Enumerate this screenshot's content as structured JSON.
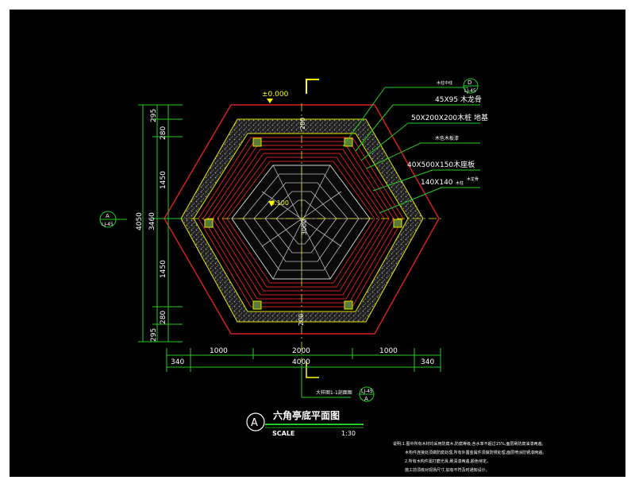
{
  "drawing": {
    "title": "六角亭底平面图",
    "scale_label": "SCALE",
    "scale_value": "1:30",
    "section_marker": "A",
    "left_marker_top": "A",
    "left_marker_bottom": "LJ-45",
    "bottom_callout_top": "LJ-45",
    "bottom_callout_bottom": "A",
    "bottom_callout_text": "大样图1-1剖面图",
    "elevation_outer": "±0.000",
    "elevation_inner": "0.100",
    "callout_ref_top": "D",
    "callout_ref_bottom": "LJ-45"
  },
  "annotations": {
    "a1": "45X95 木龙骨",
    "a2": "50X200X200木桩 地基",
    "a3": "木色木板漆",
    "a4": "40X500X150木座板",
    "a5": "140X140",
    "top_label": "木柱中线",
    "note_45": "木龙骨",
    "note_140": "木柱"
  },
  "dimensions": {
    "left_295_top": "295",
    "left_280_top": "280",
    "left_1450_top": "1450",
    "left_3460": "3460",
    "left_4050": "4050",
    "left_1450_bottom": "1450",
    "left_280_bottom": "280",
    "left_295_bottom": "295",
    "bottom_1000_left": "1000",
    "bottom_2000": "2000",
    "bottom_1000_right": "1000",
    "bottom_340_left": "340",
    "bottom_4000": "4000",
    "bottom_340_right": "340",
    "inner_200_top": "200",
    "inner_200_bottom": "200",
    "inner_3000": "3000"
  },
  "notes": {
    "line1": "说明:1.图中所有木材均采用防腐木,防腐等级,含水率不超过15%,面层刷防腐油漆两遍。",
    "line2": "木构件连接处须做防腐处理,所有外露金属件须做防锈处理,面层喷涂防锈漆两遍。",
    "line3": "2.所有木构件需打磨光滑,刷清漆两遍,颜色待定。",
    "line4": "施工前须核对现场尺寸,如有不符及时通知设计。"
  },
  "colors": {
    "background": "#000000",
    "outline_green": "#00cc00",
    "dim_green": "#22cc22",
    "red_line": "#d22020",
    "yellow": "#ffff00",
    "white": "#ffffff",
    "gravel": "#8a8a8a",
    "paving": "#bdbdbd"
  }
}
